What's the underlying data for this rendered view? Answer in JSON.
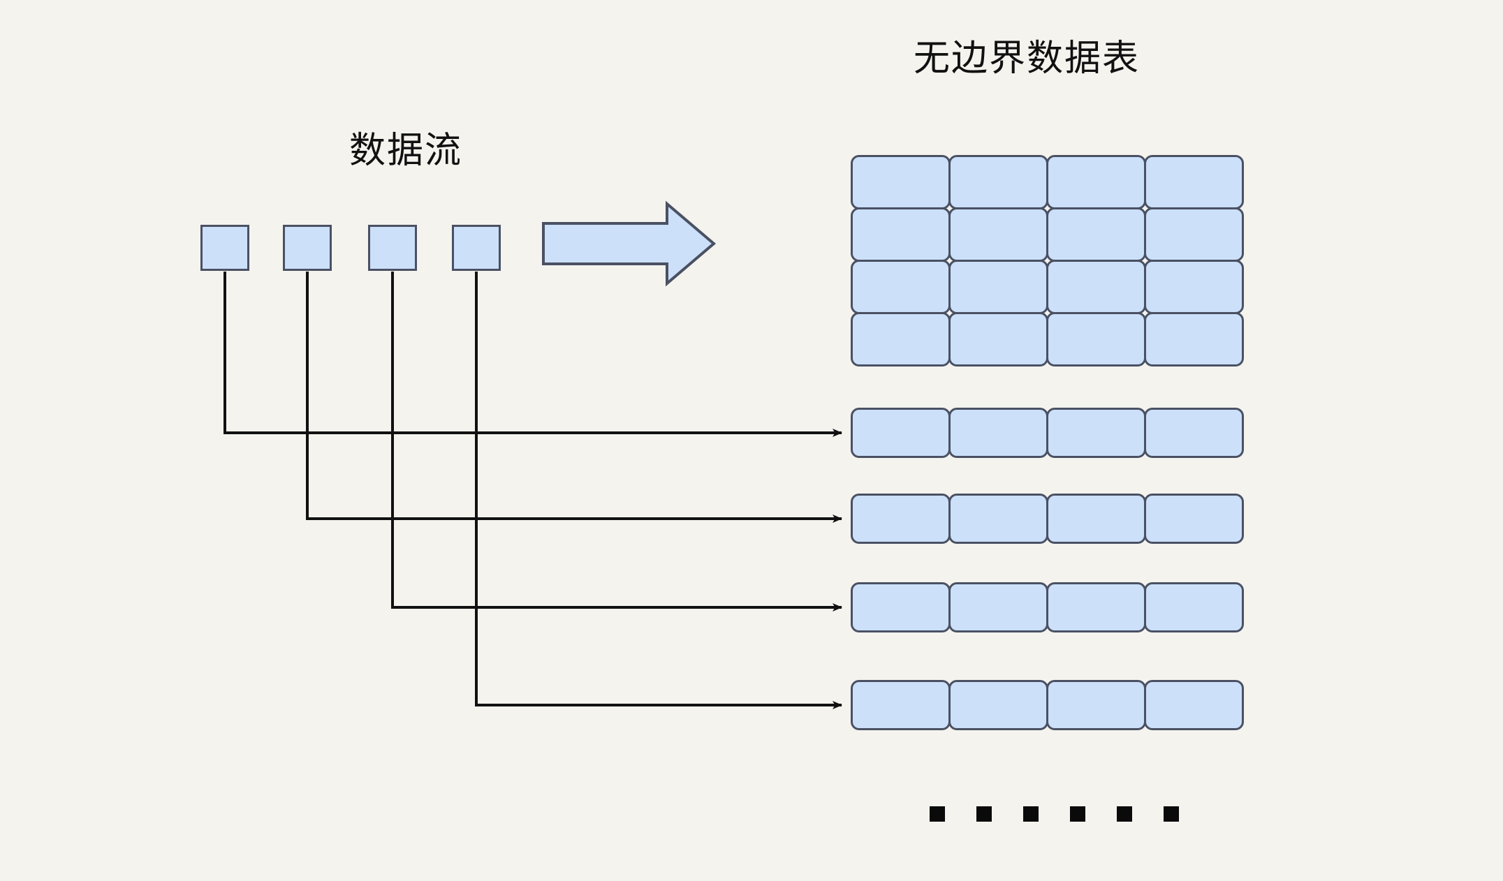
{
  "diagram": {
    "type": "flow-diagram",
    "background_color": "#f4f3ee",
    "shape_fill_color": "#cce0fa",
    "shape_stroke_color": "#4a5163",
    "connector_color": "#111111",
    "ellipsis_color": "#0a0a0a",
    "titles": {
      "unbounded_table": "无边界数据表",
      "data_stream": "数据流"
    },
    "stream": {
      "label": "数据流",
      "element_count": 4,
      "elements": [
        {
          "index": 1,
          "name": "stream-element-1",
          "target_row": 1
        },
        {
          "index": 2,
          "name": "stream-element-2",
          "target_row": 2
        },
        {
          "index": 3,
          "name": "stream-element-3",
          "target_row": 3
        },
        {
          "index": 4,
          "name": "stream-element-4",
          "target_row": 4
        }
      ]
    },
    "big_arrow": {
      "name": "flow-arrow",
      "direction": "right",
      "fill": "#cce0fa",
      "stroke": "#4a5163"
    },
    "table": {
      "label": "无边界数据表",
      "base_grid": {
        "rows": 4,
        "columns": 4,
        "cell_count": 16
      },
      "appended_rows": [
        {
          "index": 1,
          "name": "appended-row-1",
          "columns": 4
        },
        {
          "index": 2,
          "name": "appended-row-2",
          "columns": 4
        },
        {
          "index": 3,
          "name": "appended-row-3",
          "columns": 4
        },
        {
          "index": 4,
          "name": "appended-row-4",
          "columns": 4
        }
      ],
      "continuation": {
        "name": "ellipsis-dots",
        "dot_count": 6,
        "meaning": "unbounded-continues"
      }
    }
  }
}
